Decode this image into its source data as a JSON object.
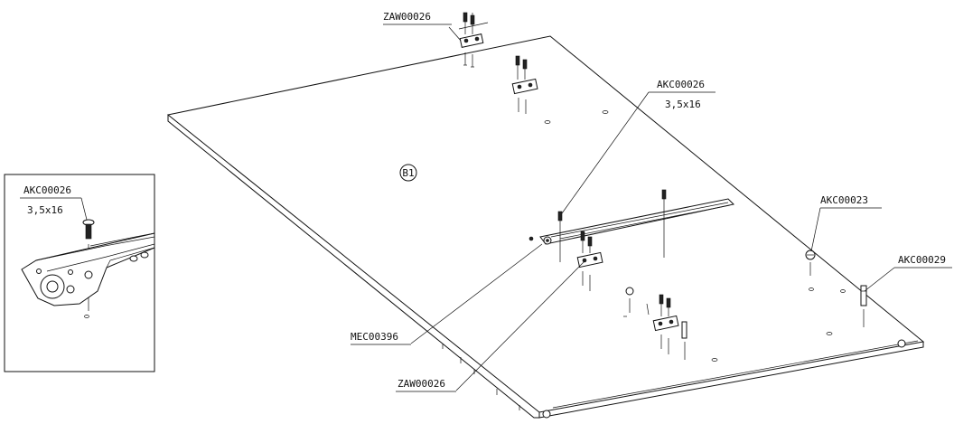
{
  "labels": {
    "zaw_top": "ZAW00026",
    "akc26_code": "AKC00026",
    "akc26_size": "3,5x16",
    "panel_id": "B1",
    "akc23": "AKC00023",
    "akc29": "AKC00029",
    "mec": "MEC00396",
    "zaw_bottom": "ZAW00026",
    "inset_code": "AKC00026",
    "inset_size": "3,5x16"
  }
}
